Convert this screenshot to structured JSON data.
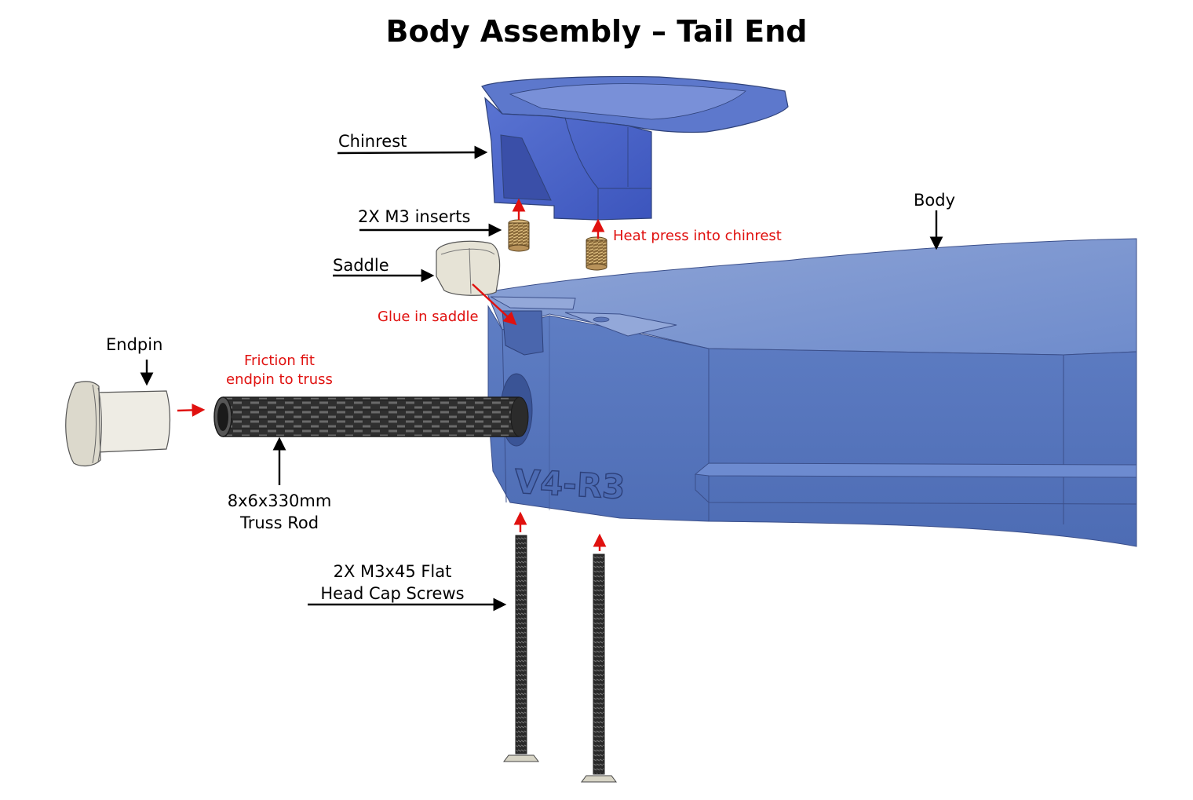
{
  "title": "Body Assembly – Tail End",
  "labels": {
    "chinrest": "Chinrest",
    "inserts": "2X M3 inserts",
    "heat_press": "Heat press into chinrest",
    "saddle": "Saddle",
    "glue_saddle": "Glue in saddle",
    "body": "Body",
    "endpin": "Endpin",
    "friction_line1": "Friction fit",
    "friction_line2": "endpin to truss",
    "truss_line1": "8x6x330mm",
    "truss_line2": "Truss Rod",
    "screws_line1": "2X M3x45 Flat",
    "screws_line2": "Head Cap Screws",
    "body_marking": "V4-R3"
  },
  "colors": {
    "body_blue": "#5b7bc0",
    "chinrest_blue": "#4a66c8",
    "annotation_red": "#e0110f",
    "saddle_bone": "#e6e3d6",
    "brass": "#b8925a",
    "carbon": "#3a3a3a"
  }
}
